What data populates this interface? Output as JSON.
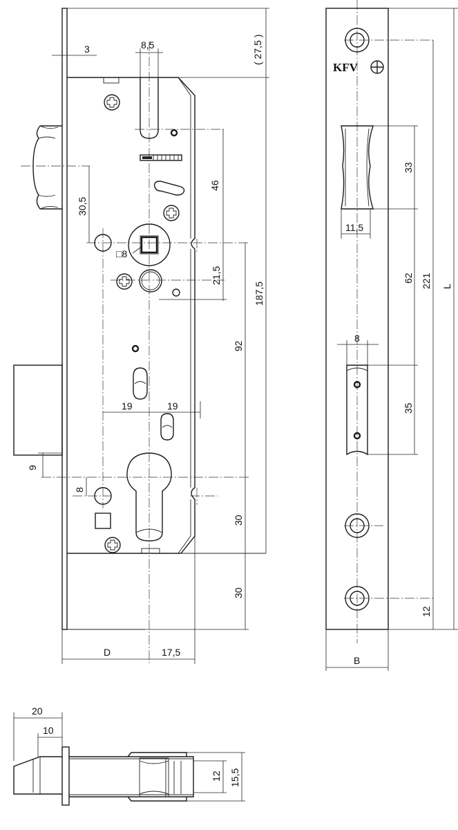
{
  "logo": {
    "text": "KFV"
  },
  "dimensions": {
    "backset_plate": "3",
    "slot_width": "8,5",
    "top_offset": "( 27,5 )",
    "distance_46": "46",
    "distance_30_5": "30,5",
    "square_spindle": "□8",
    "distance_21_5": "21,5",
    "height_187_5": "187,5",
    "distance_92": "92",
    "offset_19_left": "19",
    "offset_19_right": "19",
    "offset_9": "9",
    "offset_8": "8",
    "distance_30_upper": "30",
    "distance_30_lower": "30",
    "backset_D": "D",
    "width_17_5": "17,5",
    "latch_height_33": "33",
    "latch_width_11_5": "11,5",
    "distance_62": "62",
    "distance_221": "221",
    "length_L": "L",
    "bolt_width_8": "8",
    "bolt_height_35": "35",
    "distance_12": "12",
    "faceplate_B": "B",
    "projection_20": "20",
    "projection_10": "10",
    "bolt_12": "12",
    "bolt_15_5": "15,5"
  }
}
